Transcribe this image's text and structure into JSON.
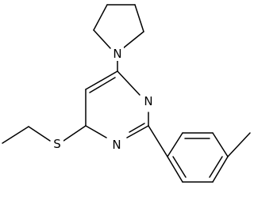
{
  "structure": {
    "atom_labels": {
      "n_pyrrolidine": "N",
      "n_ring_upper": "N",
      "n_ring_lower": "N",
      "s_thioether": "S"
    },
    "line_color": "#000000",
    "background": "#ffffff"
  }
}
